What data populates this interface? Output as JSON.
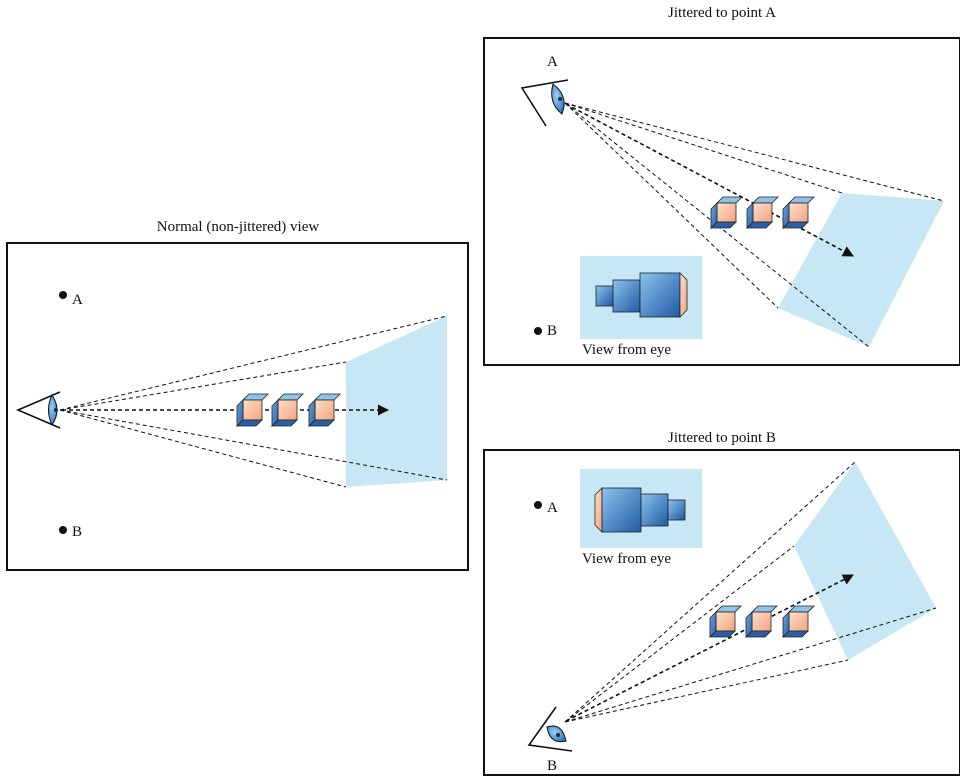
{
  "panels": {
    "normal": {
      "title": "Normal (non-jittered) view",
      "point_a": "A",
      "point_b": "B"
    },
    "jitter_a": {
      "title": "Jittered to point A",
      "point_a": "A",
      "point_b": "B",
      "inset_caption": "View from eye"
    },
    "jitter_b": {
      "title": "Jittered to point B",
      "point_a": "A",
      "point_b": "B",
      "inset_caption": "View from eye"
    }
  },
  "colors": {
    "screen": "#c7e7f5",
    "cube_front": "#f2a37c",
    "cube_side": "#3d7cc4",
    "cube_top": "#8fc3ea",
    "eye_iris": "#3b86d0"
  }
}
